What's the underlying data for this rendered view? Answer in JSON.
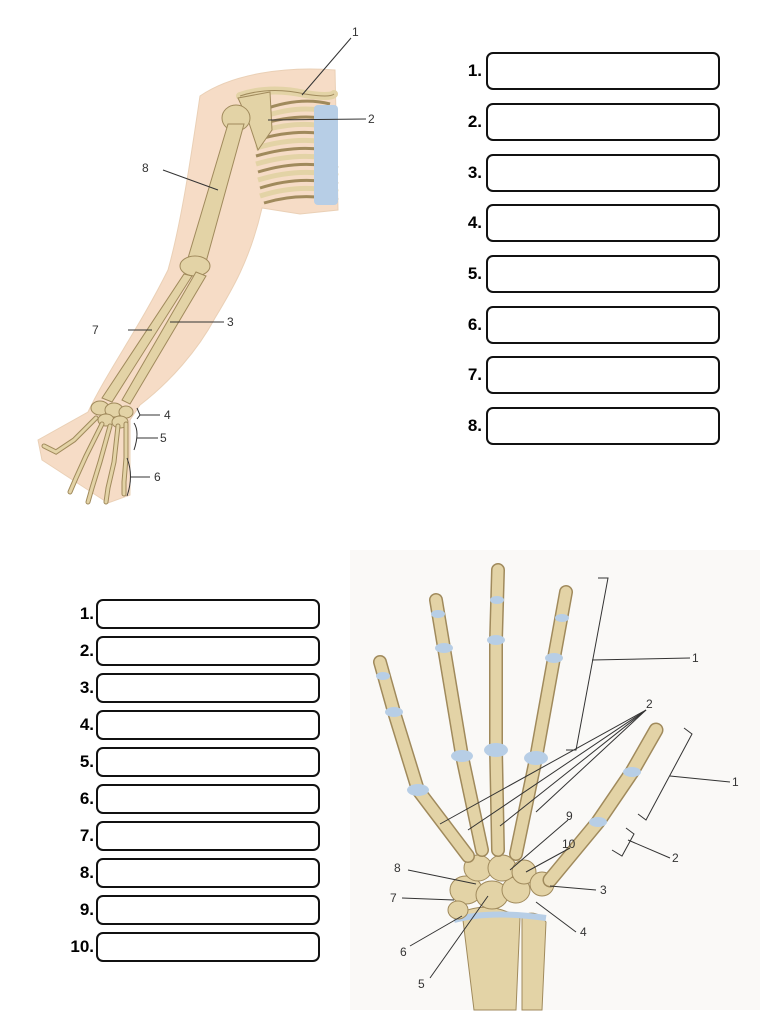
{
  "arm_diagram": {
    "labels": [
      "1",
      "2",
      "3",
      "4",
      "5",
      "6",
      "7",
      "8"
    ]
  },
  "arm_answers": {
    "numbers": [
      "1.",
      "2.",
      "3.",
      "4.",
      "5.",
      "6.",
      "7.",
      "8."
    ]
  },
  "hand_diagram": {
    "labels": [
      "1",
      "2",
      "1",
      "2",
      "9",
      "10",
      "8",
      "3",
      "7",
      "4",
      "6",
      "5"
    ]
  },
  "hand_answers": {
    "numbers": [
      "1.",
      "2.",
      "3.",
      "4.",
      "5.",
      "6.",
      "7.",
      "8.",
      "9.",
      "10."
    ]
  },
  "colors": {
    "bone": "#e3d3a6",
    "bone_outline": "#a08a5c",
    "cartilage": "#b7cee6",
    "skin": "#f6dcc6",
    "answer_border": "#111111"
  }
}
